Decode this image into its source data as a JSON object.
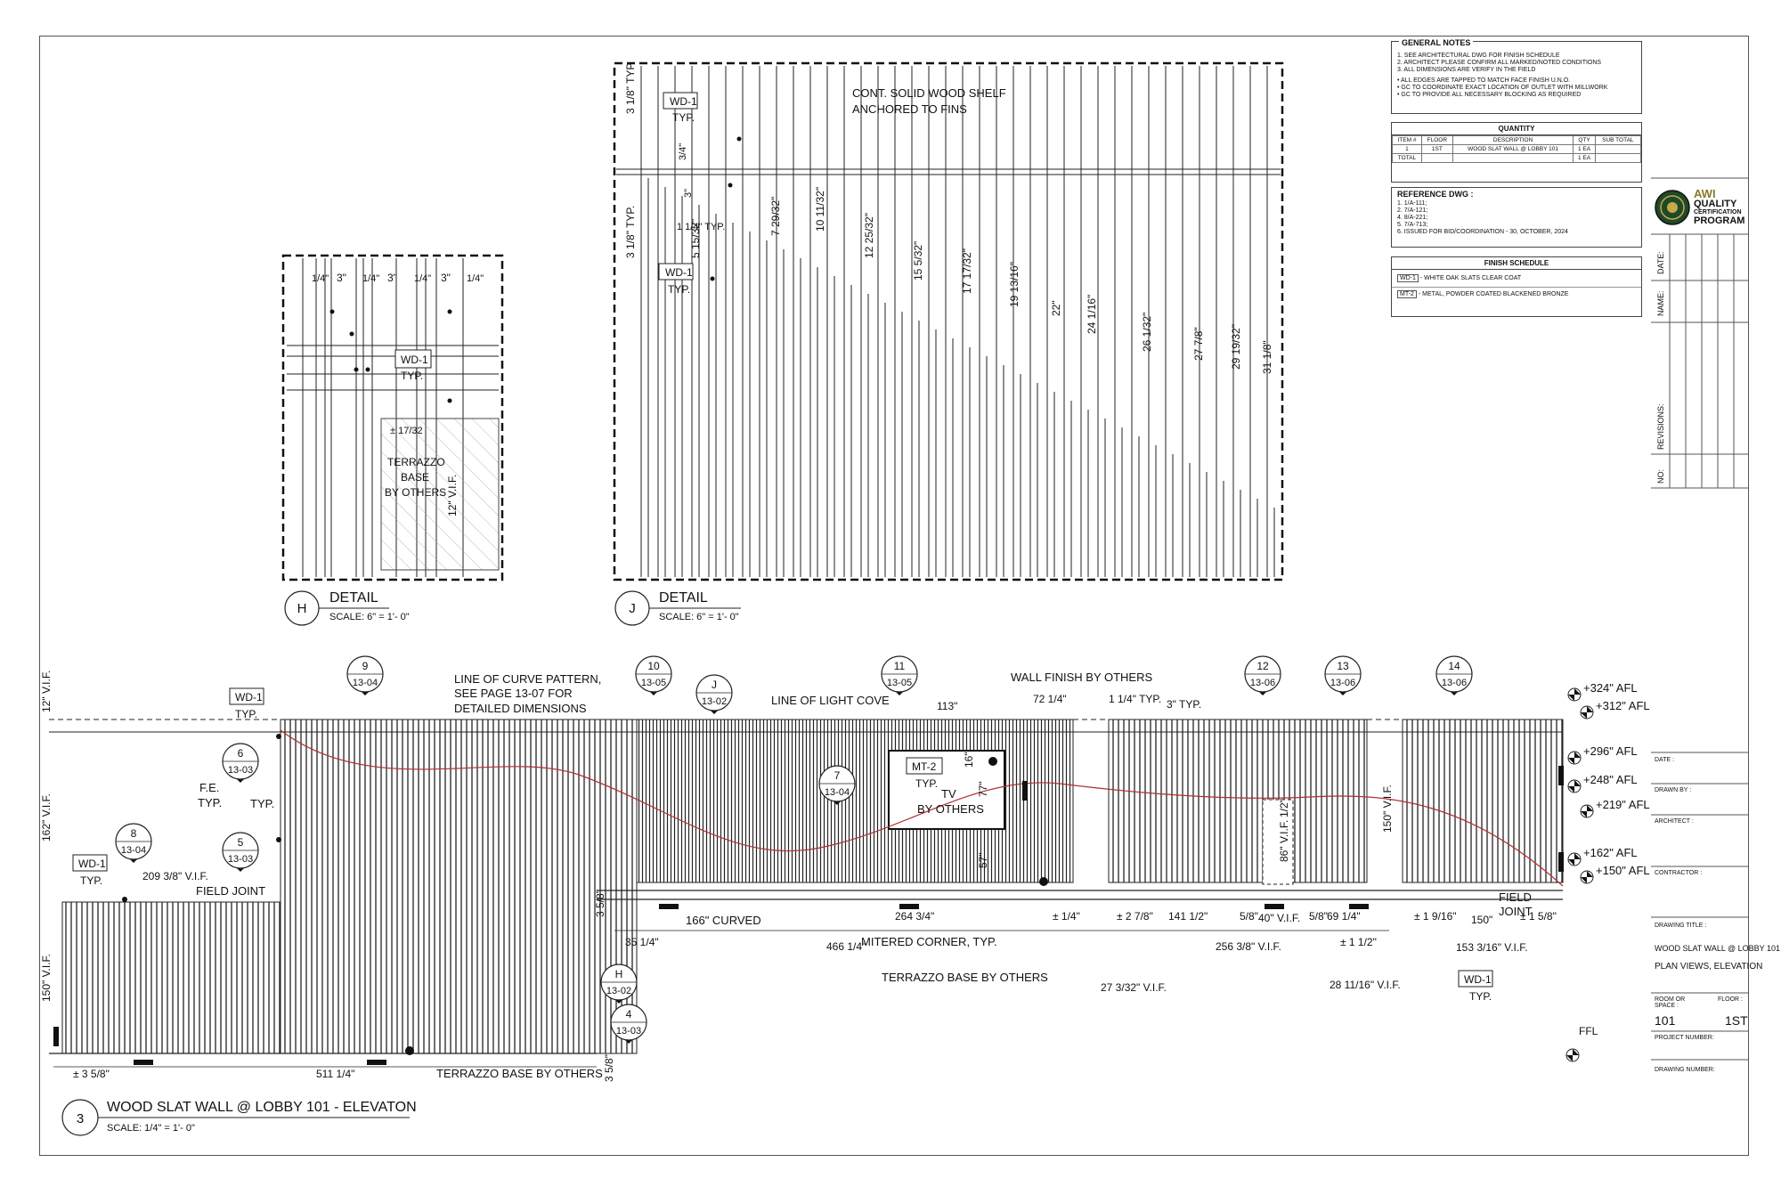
{
  "detail_h": {
    "bubble": "H",
    "title": "DETAIL",
    "scale": "SCALE: 6\" = 1'- 0\"",
    "labels": {
      "wd1": "WD-1",
      "typ": "TYP.",
      "terrazzo": "TERRAZZO",
      "base": "BASE",
      "by_others": "BY OTHERS",
      "vif": "12\" V.I.F.",
      "pm": "± 17/32"
    },
    "dims": [
      "1/4\"",
      "3\"",
      "1/4\"",
      "3\"",
      "1/4\"",
      "3\"",
      "1/4\""
    ]
  },
  "detail_j": {
    "bubble": "J",
    "title": "DETAIL",
    "scale": "SCALE: 6\" = 1'- 0\"",
    "labels": {
      "wd1_top": "WD-1",
      "typ_top": "TYP.",
      "wd1_bot": "WD-1",
      "typ_bot": "TYP.",
      "shelf1": "CONT. SOLID WOOD SHELF",
      "shelf2": "ANCHORED TO FINS",
      "d1": "3 1/8\" TYP.",
      "d2": "3/4\"",
      "d3": "3\"",
      "d4": "1 1/4\" TYP.",
      "d5": "3 1/8\" TYP."
    },
    "fin_heights": [
      "5 15/32\"",
      "7 29/32\"",
      "10 11/32\"",
      "12 25/32\"",
      "15 5/32\"",
      "17 17/32\"",
      "19 13/16\"",
      "22\"",
      "24 1/16\"",
      "26 1/32\"",
      "27 7/8\"",
      "29 19/32\"",
      "31 1/8\""
    ]
  },
  "elevation": {
    "bubble": "3",
    "title": "WOOD SLAT WALL @ LOBBY 101 - ELEVATON",
    "scale": "SCALE: 1/4\" = 1'- 0\"",
    "callouts": [
      {
        "num": "9",
        "sheet": "13-04"
      },
      {
        "num": "10",
        "sheet": "13-05"
      },
      {
        "num": "11",
        "sheet": "13-05"
      },
      {
        "num": "12",
        "sheet": "13-06"
      },
      {
        "num": "13",
        "sheet": "13-06"
      },
      {
        "num": "14",
        "sheet": "13-06"
      },
      {
        "num": "6",
        "sheet": "13-03"
      },
      {
        "num": "5",
        "sheet": "13-03"
      },
      {
        "num": "8",
        "sheet": "13-04"
      },
      {
        "num": "7",
        "sheet": "13-04"
      },
      {
        "num": "J",
        "sheet": "13-02"
      },
      {
        "num": "H",
        "sheet": "13-02"
      },
      {
        "num": "4",
        "sheet": "13-03"
      }
    ],
    "notes": {
      "curve1": "LINE OF CURVE PATTERN,",
      "curve2": "SEE PAGE 13-07 FOR",
      "curve3": "DETAILED DIMENSIONS",
      "light_cove": "LINE OF LIGHT COVE",
      "wall_finish": "WALL FINISH BY OTHERS",
      "field_joint": "FIELD JOINT",
      "fe": "F.E.",
      "typ": "TYP.",
      "mt2": "MT-2",
      "tv": "TV",
      "tv_by": "BY OTHERS",
      "mitered": "MITERED CORNER, TYP.",
      "terrazzo1": "TERRAZZO BASE BY OTHERS",
      "terrazzo2": "TERRAZZO BASE BY OTHERS",
      "curved": "166\" CURVED",
      "field_joint2a": "FIELD",
      "field_joint2b": "JOINT",
      "ffl": "FFL",
      "wd1": "WD-1"
    },
    "afl": [
      "+324\" AFL",
      "+312\" AFL",
      "+296\" AFL",
      "+248\" AFL",
      "+219\" AFL",
      "+162\" AFL",
      "+150\" AFL"
    ],
    "dims": {
      "d12vif": "12\" V.I.F.",
      "d162vif": "162\" V.I.F.",
      "d150vif": "150\" V.I.F.",
      "d150vif_r": "150\" V.I.F.",
      "d209": "209 3/8\" V.I.F.",
      "d113": "113\"",
      "d72": "72 1/4\"",
      "d114": "1 1/4\" TYP.",
      "d3typ": "3\" TYP.",
      "d16": "16\"",
      "d77": "77\"",
      "d57": "57\"",
      "d86": "86\" V.I.F.",
      "d1_2": "1/2\"",
      "d264": "264 3/4\"",
      "d466": "466 1/4\"",
      "d35": "35 1/4\"",
      "d3_68": "3 5/8\"",
      "dpm14": "± 1/4\"",
      "d2_78": "± 2 7/8\"",
      "d141": "141 1/2\"",
      "d58a": "5/8\"",
      "d40": "40\" V.I.F.",
      "d58b": "5/8\"",
      "d69": "69 1/4\"",
      "d112": "± 1 1/2\"",
      "d256": "256 3/8\" V.I.F.",
      "d27": "27 3/32\" V.I.F.",
      "d28": "28 11/16\" V.I.F.",
      "d1916": "± 1 9/16\"",
      "d150": "150\"",
      "d158": "± 1 5/8\"",
      "d153": "153 3/16\" V.I.F.",
      "d511": "511 1/4\"",
      "d358": "± 3 5/8\"",
      "d3_58b": "3 5/8\""
    }
  },
  "general_notes": {
    "title": "GENERAL NOTES",
    "lines": [
      "1.  SEE ARCHITECTURAL DWG FOR FINISH SCHEDULE",
      "2.  ARCHITECT PLEASE CONFIRM ALL MARKED/NOTED CONDITIONS",
      "3.  ALL DIMENSIONS ARE VERIFY IN THE FIELD",
      "•  ALL EDGES ARE TAPPED TO MATCH FACE FINISH U.N.O.",
      "•  GC TO COORDINATE EXACT LOCATION OF OUTLET WITH MILLWORK",
      "•  GC TO PROVIDE ALL NECESSARY BLOCKING AS REQUIRED"
    ]
  },
  "quantity": {
    "title": "QUANTITY",
    "headers": [
      "ITEM #",
      "FLOOR",
      "DESCRIPTION",
      "QTY",
      "SUB TOTAL"
    ],
    "rows": [
      [
        "1",
        "1ST",
        "WOOD SLAT WALL @ LOBBY 101",
        "1 EA",
        ""
      ],
      [
        "TOTAL",
        "",
        "",
        "1 EA",
        ""
      ]
    ]
  },
  "reference": {
    "title": "REFERENCE DWG :",
    "lines": [
      "1.  1/A-111;",
      "2.  7/A-121;",
      "4.  8/A-221;",
      "5.  7/A-713;",
      "6.  ISSUED FOR BID/COORDINATION - 30, OCTOBER, 2024"
    ]
  },
  "finish": {
    "title": "FINISH SCHEDULE",
    "items": [
      {
        "tag": "WD-1",
        "text": "- WHITE OAK SLATS CLEAR COAT"
      },
      {
        "tag": "MT-2",
        "text": "- METAL, POWDER COATED BLACKENED BRONZE"
      }
    ]
  },
  "awi": {
    "l1": "AWI",
    "l2": "QUALITY",
    "l3": "CERTIFICATION",
    "l4": "PROGRAM"
  },
  "title_block": {
    "date_v": "DATE:",
    "name_v": "NAME:",
    "revisions_v": "REVISIONS:",
    "no_v": "NO:",
    "date": "DATE :",
    "drawn_by": "DRAWN BY :",
    "architect": "ARCHITECT :",
    "contractor": "CONTRACTOR :",
    "drawing_title_lbl": "DRAWING   TITLE :",
    "drawing_title_1": "WOOD SLAT WALL @ LOBBY 101",
    "drawing_title_2": "PLAN VIEWS, ELEVATION",
    "room_lbl": "ROOM OR SPACE :",
    "floor_lbl": "FLOOR :",
    "room": "101",
    "floor": "1ST",
    "project_number": "PROJECT   NUMBER:",
    "drawing_number": "DRAWING   NUMBER:"
  },
  "colors": {
    "line": "#111111",
    "curve": "#b03030",
    "border": "#555555"
  }
}
